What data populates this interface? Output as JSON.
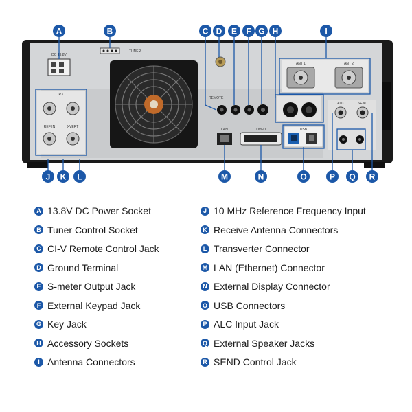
{
  "colors": {
    "badge": "#1c58a8",
    "leader": "#1c58a8",
    "chassis": "#1a1a1a",
    "panel": "#d4d6d8"
  },
  "panel_markings": {
    "dc_13_8v": "DC 13.8V",
    "tuner": "TUNER",
    "remote": "REMOTE",
    "ant1": "ANT 1",
    "ant2": "ANT 2",
    "rx_in": "RX",
    "ref_in": "REF IN",
    "xvert": "XVERT",
    "lan": "LAN",
    "dvi": "DVI-D",
    "usb": "USB",
    "alc": "ALC",
    "send": "SEND"
  },
  "callouts": [
    {
      "id": "A"
    },
    {
      "id": "B"
    },
    {
      "id": "C"
    },
    {
      "id": "D"
    },
    {
      "id": "E"
    },
    {
      "id": "F"
    },
    {
      "id": "G"
    },
    {
      "id": "H"
    },
    {
      "id": "I"
    },
    {
      "id": "J"
    },
    {
      "id": "K"
    },
    {
      "id": "L"
    },
    {
      "id": "M"
    },
    {
      "id": "N"
    },
    {
      "id": "O"
    },
    {
      "id": "P"
    },
    {
      "id": "Q"
    },
    {
      "id": "R"
    }
  ],
  "legend": [
    {
      "id": "A",
      "text": "13.8V DC Power Socket"
    },
    {
      "id": "B",
      "text": "Tuner Control Socket"
    },
    {
      "id": "C",
      "text": "CI-V Remote Control Jack"
    },
    {
      "id": "D",
      "text": "Ground Terminal"
    },
    {
      "id": "E",
      "text": "S-meter Output Jack"
    },
    {
      "id": "F",
      "text": "External Keypad Jack"
    },
    {
      "id": "G",
      "text": "Key Jack"
    },
    {
      "id": "H",
      "text": "Accessory Sockets"
    },
    {
      "id": "I",
      "text": "Antenna Connectors"
    },
    {
      "id": "J",
      "text": "10 MHz Reference Frequency Input"
    },
    {
      "id": "K",
      "text": "Receive Antenna Connectors"
    },
    {
      "id": "L",
      "text": "Transverter Connector"
    },
    {
      "id": "M",
      "text": "LAN (Ethernet) Connector"
    },
    {
      "id": "N",
      "text": "External Display Connector"
    },
    {
      "id": "O",
      "text": "USB Connectors"
    },
    {
      "id": "P",
      "text": "ALC Input Jack"
    },
    {
      "id": "Q",
      "text": "External Speaker Jacks"
    },
    {
      "id": "R",
      "text": "SEND Control Jack"
    }
  ]
}
